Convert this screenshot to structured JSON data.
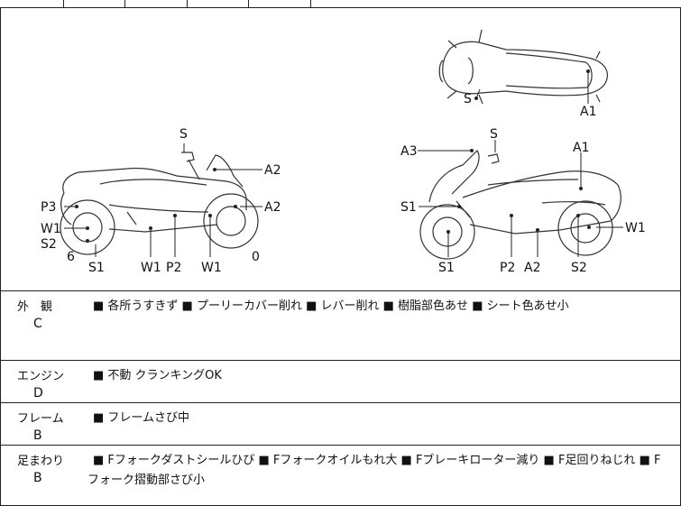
{
  "diagram": {
    "side_left_labels": [
      "S",
      "A2",
      "A2",
      "P3",
      "W1",
      "S2",
      "6",
      "S1",
      "W1",
      "P2",
      "W1",
      "0"
    ],
    "side_right_labels": [
      "S",
      "A3",
      "A1",
      "S1",
      "W1",
      "S1",
      "P2",
      "A2",
      "S2"
    ],
    "top_view_labels": [
      "S",
      "A1"
    ]
  },
  "sections": [
    {
      "name": "外　観",
      "grade": "C",
      "items": "■ 各所うすきず ■ プーリーカバー削れ ■ レバー削れ ■ 樹脂部色あせ ■ シート色あせ小"
    },
    {
      "name": "エンジン",
      "grade": "D",
      "items": "■ 不動 クランキングOK"
    },
    {
      "name": "フレーム",
      "grade": "B",
      "items": "■ フレームさび中"
    },
    {
      "name": "足まわり",
      "grade": "B",
      "items": "■ Fフォークダストシールひび ■ Fフォークオイルもれ大 ■ Fブレーキローター減り ■ F足回りねじれ ■ F",
      "items_cont": "フォーク摺動部さび小"
    }
  ]
}
